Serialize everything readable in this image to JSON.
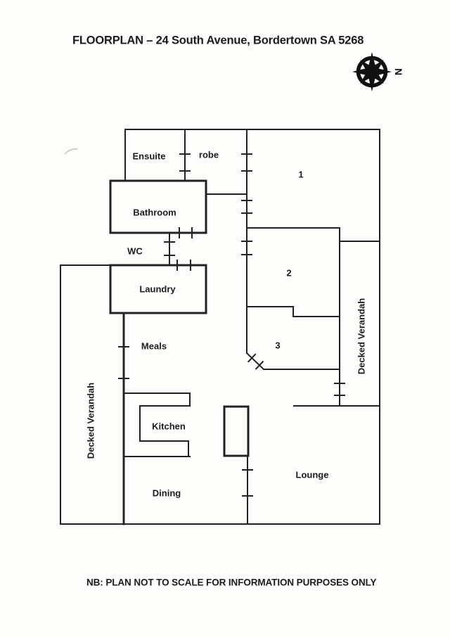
{
  "page": {
    "title": "FLOORPLAN – 24 South Avenue, Bordertown SA 5268",
    "footnote": "NB: PLAN NOT TO SCALE FOR INFORMATION PURPOSES ONLY"
  },
  "compass": {
    "north_label": "N"
  },
  "rooms": {
    "ensuite": "Ensuite",
    "robe": "robe",
    "bedroom_1": "1",
    "bathroom": "Bathroom",
    "wc": "WC",
    "bedroom_2": "2",
    "laundry": "Laundry",
    "bedroom_3": "3",
    "meals": "Meals",
    "kitchen": "Kitchen",
    "dining": "Dining",
    "lounge": "Lounge",
    "decked_verandah_left": "Decked Verandah",
    "decked_verandah_right": "Decked Verandah"
  },
  "colors": {
    "ink": "#1c1c1c",
    "paper": "#fdfdfb"
  }
}
